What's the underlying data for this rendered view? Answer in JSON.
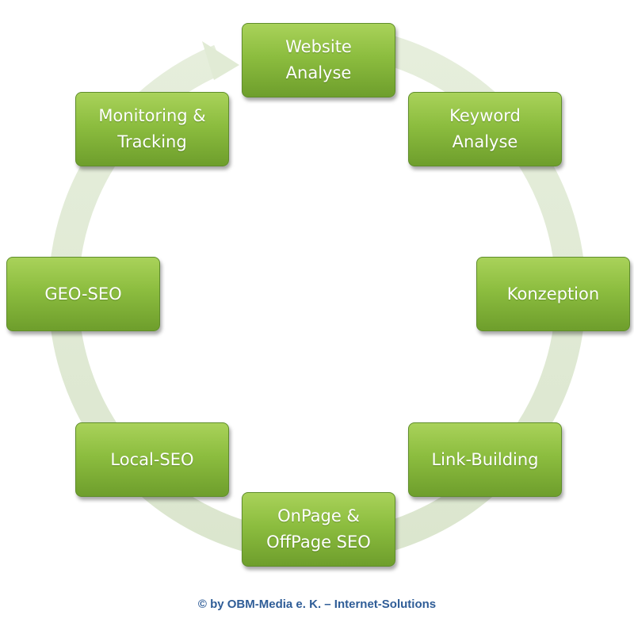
{
  "cycle": {
    "steps": [
      {
        "label": "Website\nAnalyse"
      },
      {
        "label": "Keyword\nAnalyse"
      },
      {
        "label": "Konzeption"
      },
      {
        "label": "Link-Building"
      },
      {
        "label": "OnPage &\nOffPage SEO"
      },
      {
        "label": "Local-SEO"
      },
      {
        "label": "GEO-SEO"
      },
      {
        "label": "Monitoring &\nTracking"
      }
    ]
  },
  "footer": {
    "copyright": "© by OBM-Media e. K. – Internet-Solutions"
  },
  "colors": {
    "box_top": "#a9d25a",
    "box_bottom": "#6e9e2c",
    "ring": "#e1ebd5",
    "footer_text": "#2f5d97"
  }
}
